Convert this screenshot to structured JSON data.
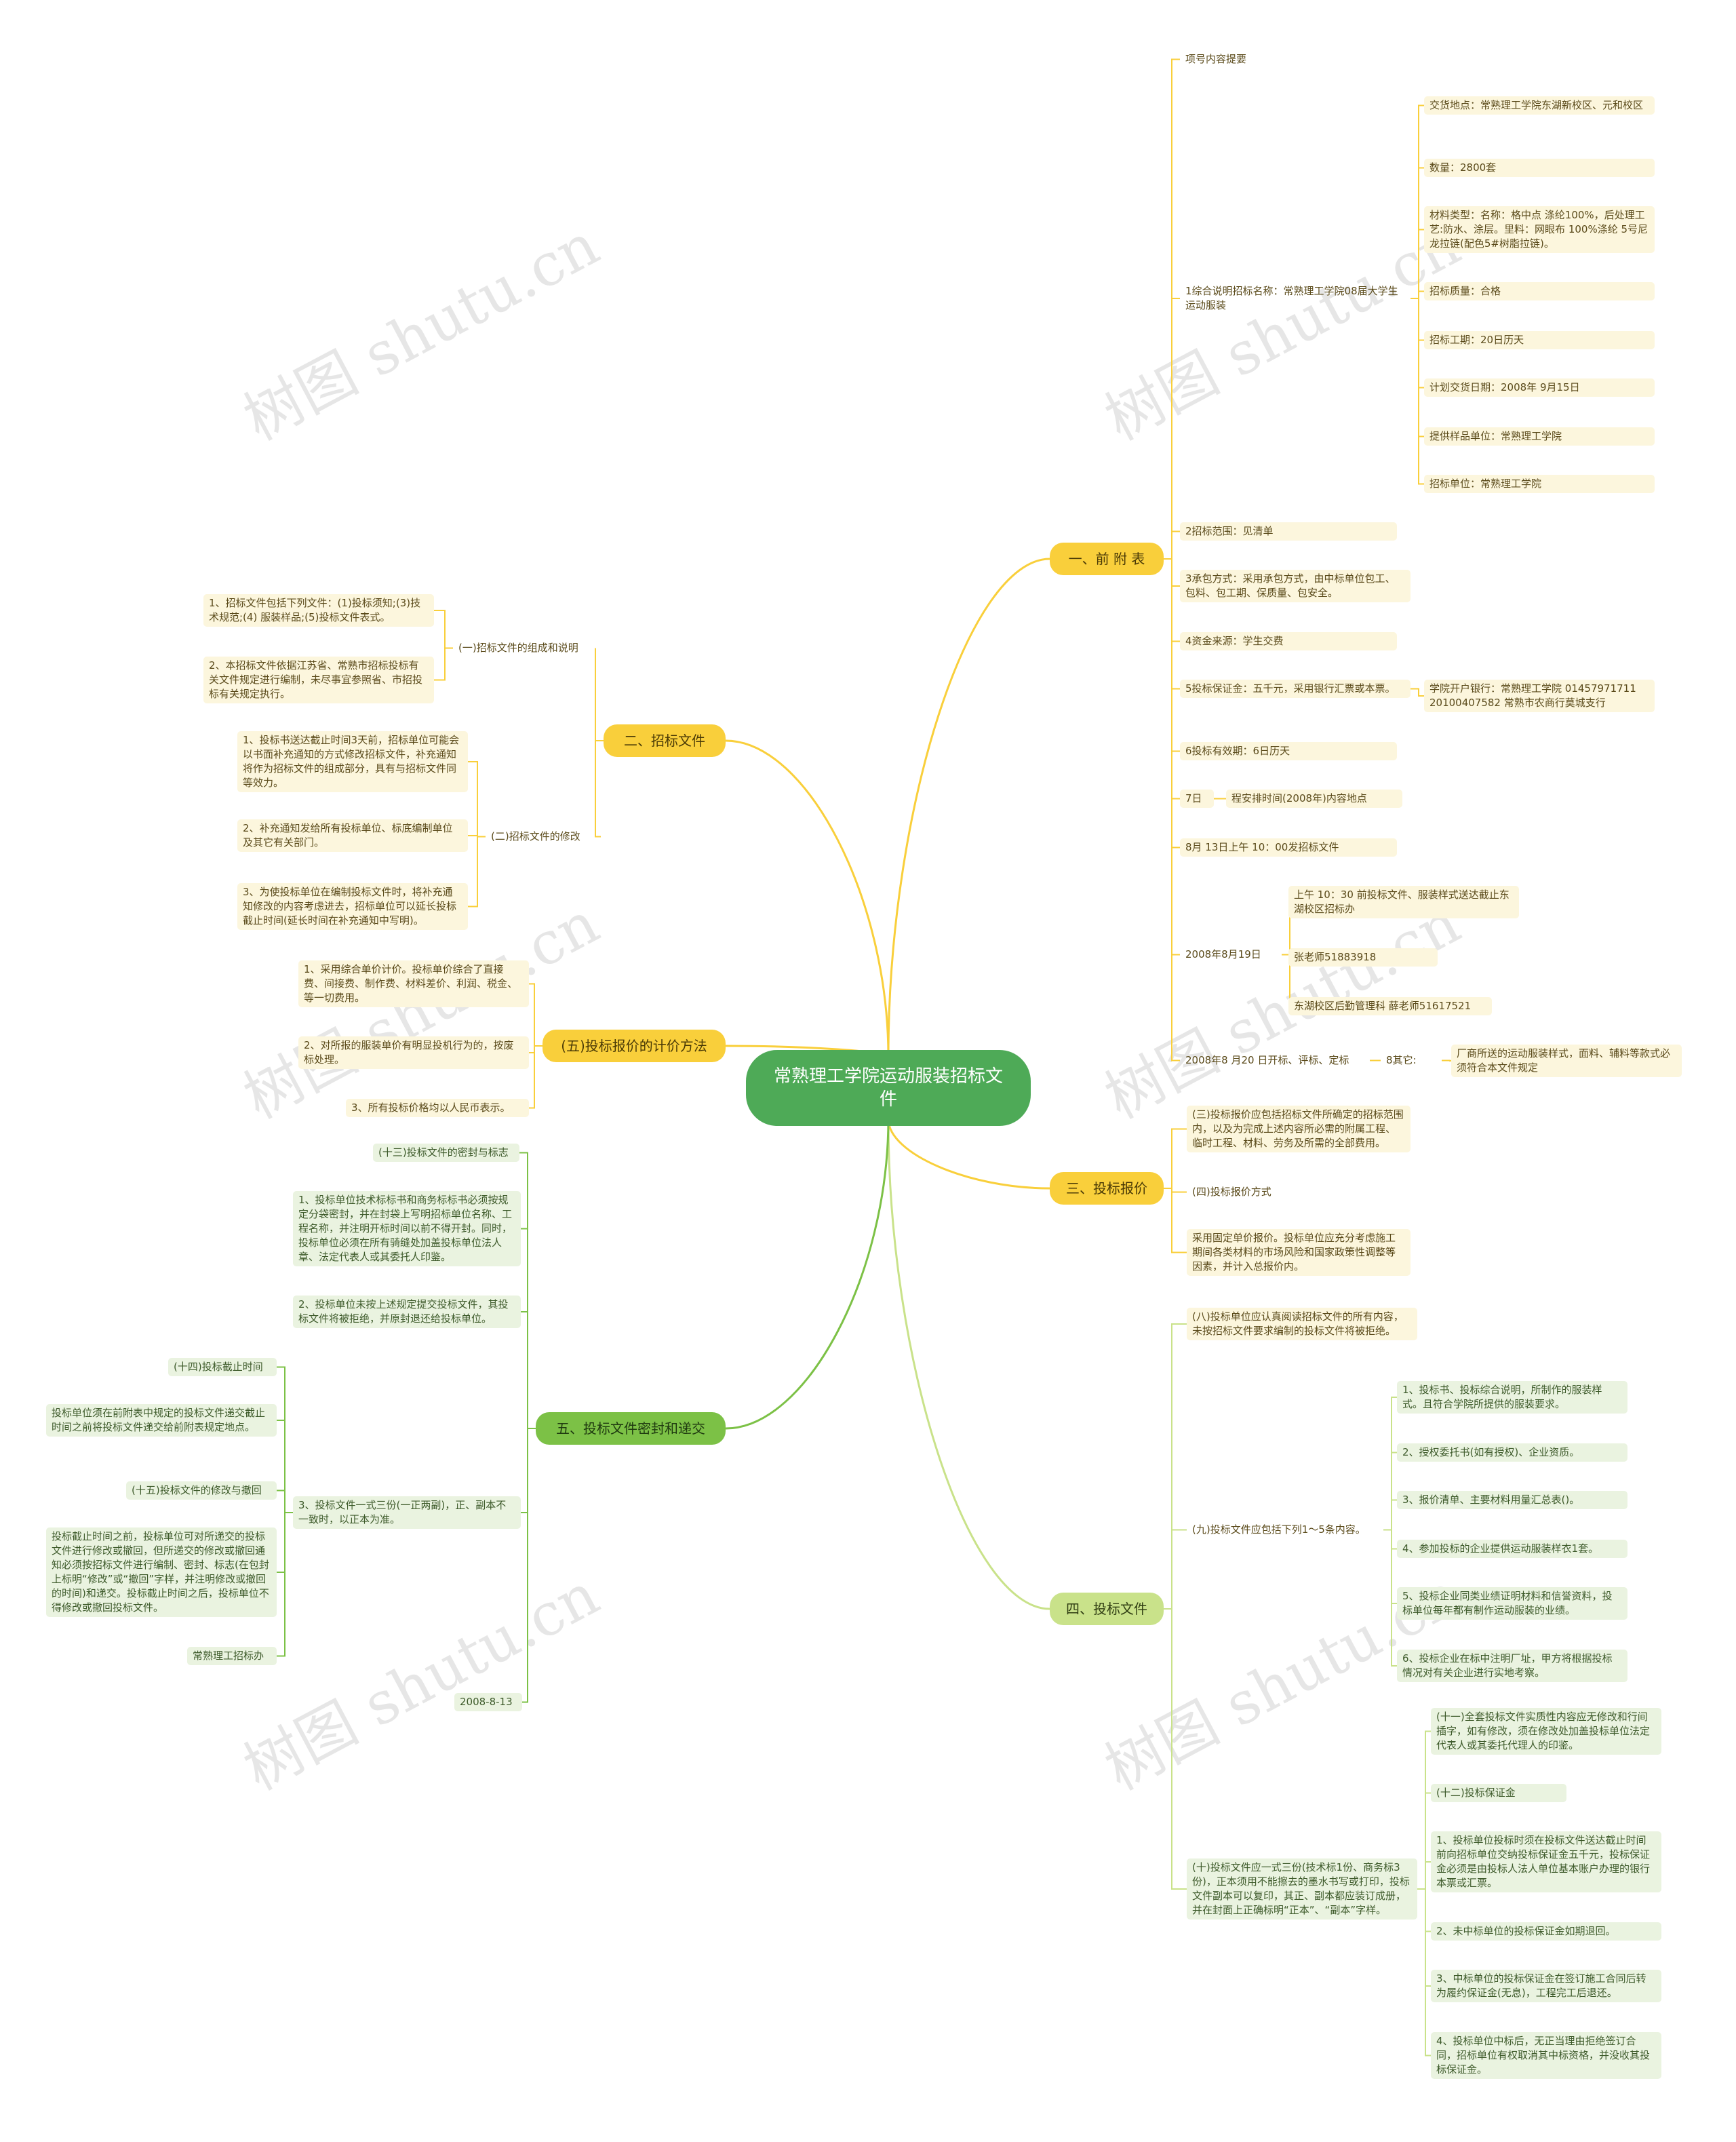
{
  "root": "常熟理工学院运动服装招标文件",
  "branches": {
    "b1": "一、前 附 表",
    "b2": "二、招标文件",
    "b5p": "(五)投标报价的计价方法",
    "b3": "三、投标报价",
    "b4": "四、投标文件",
    "b5": "五、投标文件密封和递交"
  },
  "b1": {
    "n1": "项号内容提要",
    "n2": "1综合说明招标名称：常熟理工学院08届大学生运动服装",
    "n2_items": [
      "交货地点：常熟理工学院东湖新校区、元和校区",
      "数量：2800套",
      "材料类型：名称：格中点 涤纶100%，后处理工艺:防水、涂层。里料：网眼布 100%涤纶 5号尼龙拉链(配色5#树脂拉链)。",
      "招标质量：合格",
      "招标工期：20日历天",
      "计划交货日期：2008年 9月15日",
      "提供样品单位：常熟理工学院",
      "招标单位：常熟理工学院"
    ],
    "n3": "2招标范围：见清单",
    "n4": "3承包方式：采用承包方式，由中标单位包工、包料、包工期、保质量、包安全。",
    "n5": "4资金来源：学生交费",
    "n6": "5投标保证金：五千元，采用银行汇票或本票。",
    "n6_child": "学院开户银行：常熟理工学院 01457971711 20100407582 常熟市农商行莫城支行",
    "n7": "6投标有效期：6日历天",
    "n8": "7日",
    "n8_child": "程安排时间(2008年)内容地点",
    "n9": "8月 13日上午 10：00发招标文件",
    "n10": "2008年8月19日",
    "n10_items": [
      "上午 10：30 前投标文件、服装样式送达截止东湖校区招标办",
      "张老师51883918",
      "东湖校区后勤管理科 薛老师51617521"
    ],
    "n11": "2008年8 月20 日开标、评标、定标",
    "n11_child": "8其它:",
    "n11_grand": "厂商所送的运动服装样式，面料、辅料等款式必须符合本文件规定"
  },
  "b2": {
    "s1": "(一)招标文件的组成和说明",
    "s1_items": [
      "1、招标文件包括下列文件：(1)投标须知;(3)技术规范;(4) 服装样品;(5)投标文件表式。",
      "2、本招标文件依据江苏省、常熟市招标投标有关文件规定进行编制，未尽事宜参照省、市招投标有关规定执行。"
    ],
    "s2": "(二)招标文件的修改",
    "s2_items": [
      "1、投标书送达截止时间3天前，招标单位可能会以书面补充通知的方式修改招标文件，补充通知将作为招标文件的组成部分，具有与招标文件同等效力。",
      "2、补充通知发给所有投标单位、标底编制单位及其它有关部门。",
      "3、为使投标单位在编制投标文件时，将补充通知修改的内容考虑进去，招标单位可以延长投标截止时间(延长时间在补充通知中写明)。"
    ]
  },
  "b5p": {
    "items": [
      "1、采用综合单价计价。投标单价综合了直接费、间接费、制作费、材料差价、利润、税金、等一切费用。",
      "2、对所报的服装单价有明显投机行为的，按废标处理。",
      "3、所有投标价格均以人民币表示。"
    ]
  },
  "b3": {
    "items": [
      "(三)投标报价应包括招标文件所确定的招标范围内，以及为完成上述内容所必需的附属工程、临时工程、材料、劳务及所需的全部费用。",
      "(四)投标报价方式",
      "采用固定单价报价。投标单位应充分考虑施工期间各类材料的市场风险和国家政策性调整等因素，并计入总报价内。"
    ]
  },
  "b4": {
    "s1": "(八)投标单位应认真阅读招标文件的所有内容，未按招标文件要求编制的投标文件将被拒绝。",
    "s2": "(九)投标文件应包括下列1～5条内容。",
    "s2_items": [
      "1、投标书、投标综合说明，所制作的服装样式。且符合学院所提供的服装要求。",
      "2、授权委托书(如有授权)、企业资质。",
      "3、报价清单、主要材料用量汇总表()。",
      "4、参加投标的企业提供运动服装样衣1套。",
      "5、投标企业同类业绩证明材料和信誉资料，投标单位每年都有制作运动服装的业绩。",
      "6、投标企业在标中注明厂址，甲方将根据投标情况对有关企业进行实地考察。"
    ],
    "s3": "(十)投标文件应一式三份(技术标1份、商务标3份)，正本须用不能擦去的墨水书写或打印，投标文件副本可以复印，其正、副本都应装订成册，并在封面上正确标明“正本”、“副本”字样。",
    "s3_items": [
      "(十一)全套投标文件实质性内容应无修改和行间插字，如有修改，须在修改处加盖投标单位法定代表人或其委托代理人的印鉴。",
      "(十二)投标保证金",
      "1、投标单位投标时须在投标文件送达截止时间前向招标单位交纳投标保证金五千元，投标保证金必须是由投标人法人单位基本账户办理的银行本票或汇票。",
      "2、未中标单位的投标保证金如期退回。",
      "3、中标单位的投标保证金在签订施工合同后转为履约保证金(无息)，工程完工后退还。",
      "4、投标单位中标后，无正当理由拒绝签订合同，招标单位有权取消其中标资格，并没收其投标保证金。"
    ]
  },
  "b5": {
    "n1": "(十三)投标文件的密封与标志",
    "n2": "1、投标单位技术标标书和商务标标书必须按规定分袋密封，并在封袋上写明招标单位名称、工程名称，并注明开标时间以前不得开封。同时，投标单位必须在所有骑缝处加盖投标单位法人章、法定代表人或其委托人印鉴。",
    "n3": "2、投标单位未按上述规定提交投标文件，其投标文件将被拒绝，并原封退还给投标单位。",
    "n4": "3、投标文件一式三份(一正两副)，正、副本不一致时，以正本为准。",
    "n4_items": [
      "(十四)投标截止时间",
      "投标单位须在前附表中规定的投标文件递交截止时间之前将投标文件递交给前附表规定地点。",
      "(十五)投标文件的修改与撤回",
      "投标截止时间之前，投标单位可对所递交的投标文件进行修改或撤回，但所递交的修改或撤回通知必须按招标文件进行编制、密封、标志(在包封上标明“修改”或“撤回”字样，并注明修改或撤回的时间)和递交。投标截止时间之后，投标单位不得修改或撤回投标文件。",
      "常熟理工招标办"
    ],
    "n5": "2008-8-13"
  },
  "watermark": "树图 shutu.cn",
  "colors": {
    "yellow_branch": "#f9cf3b",
    "green_branch": "#7cc146",
    "lime_branch": "#c9e28a",
    "root": "#4eaa57",
    "yellow_leaf": "#fcf6dd",
    "green_leaf": "#eaf3e0"
  }
}
